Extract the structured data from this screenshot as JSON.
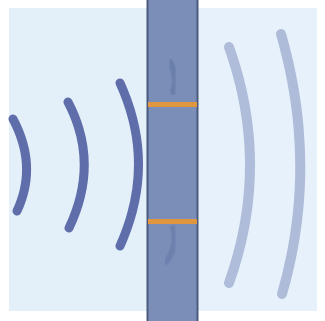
{
  "colors": {
    "outer_background": "#ffffff",
    "left_background": "#e3f0fa",
    "right_background": "#e6f1fb",
    "wall_fill": "#7b8eb8",
    "wall_edge": "#4a5a7c",
    "wall_shadow_mark": "#5f73a2",
    "band_color": "#e0963f",
    "incoming_wave_color": "#5f6daa",
    "outgoing_wave_color": "#a9b6d6"
  },
  "icons": {
    "left_waves": "incoming-signal-waves",
    "wall": "wall-barrier",
    "right_waves": "attenuated-signal-waves"
  }
}
